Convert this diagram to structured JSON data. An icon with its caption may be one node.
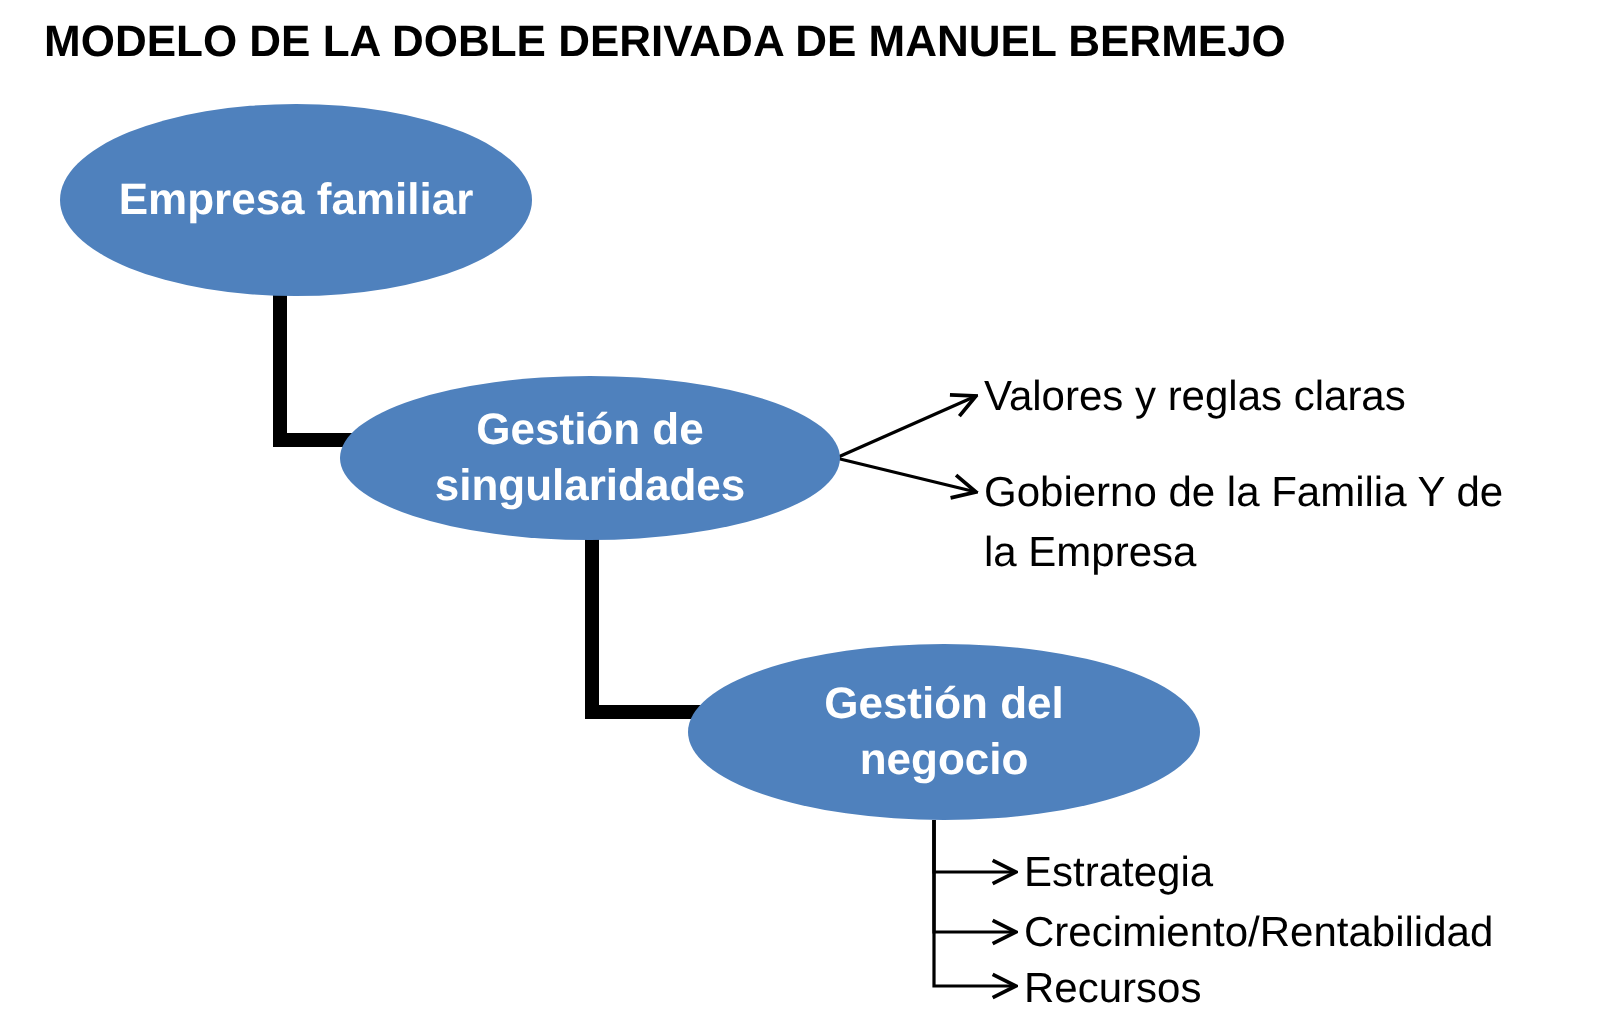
{
  "diagram": {
    "title": "MODELO DE LA DOBLE DERIVADA DE MANUEL BERMEJO",
    "nodes": [
      {
        "text": [
          "Empresa familiar"
        ]
      },
      {
        "text": [
          "Gestión de singularidades"
        ]
      },
      {
        "text": [
          "Valores y reglas claras"
        ]
      },
      {
        "text": [
          "Gobierno de la Familia Y de la Empresa"
        ]
      },
      {
        "text": [
          "Gestión del negocio"
        ]
      },
      {
        "text": [
          "Estrategia"
        ]
      },
      {
        "text": [
          "Crecimiento/Rentabilidad"
        ]
      },
      {
        "text": [
          "Recursos"
        ]
      }
    ],
    "edges": [
      {
        "from": 0,
        "to": 1,
        "arrow": "none",
        "style": "thick"
      },
      {
        "from": 1,
        "to": 2,
        "arrow": "to"
      },
      {
        "from": 1,
        "to": 3,
        "arrow": "to"
      },
      {
        "from": 1,
        "to": 4,
        "arrow": "none",
        "style": "thick"
      },
      {
        "from": 4,
        "to": 5,
        "arrow": "to"
      },
      {
        "from": 4,
        "to": 6,
        "arrow": "to"
      },
      {
        "from": 4,
        "to": 7,
        "arrow": "to"
      }
    ]
  }
}
